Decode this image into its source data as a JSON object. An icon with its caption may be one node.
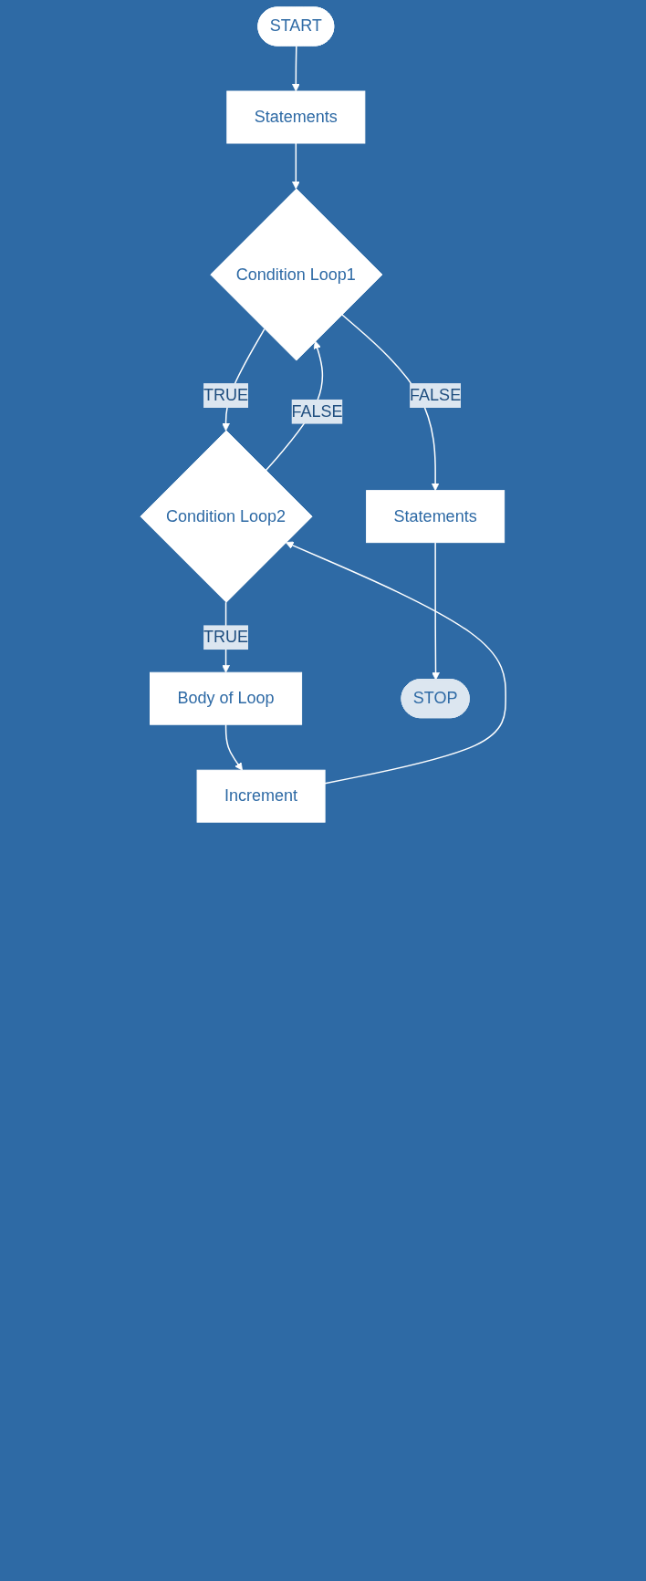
{
  "diagram": {
    "nodes": [
      {
        "text": [
          "START"
        ]
      },
      {
        "text": [
          "Statements"
        ]
      },
      {
        "text": [
          "Condition Loop1"
        ]
      },
      {
        "text": [
          "Condition Loop2"
        ]
      },
      {
        "text": [
          "Body of Loop"
        ]
      },
      {
        "text": [
          "Increment"
        ]
      },
      {
        "text": [
          "Statements"
        ]
      },
      {
        "text": [
          "STOP"
        ]
      }
    ],
    "edges": [
      {
        "from": 0,
        "to": 1,
        "arrow": "to"
      },
      {
        "from": 1,
        "to": 2,
        "arrow": "to"
      },
      {
        "from": 2,
        "to": 3,
        "label": "TRUE",
        "arrow": "to"
      },
      {
        "from": 3,
        "to": 4,
        "label": "TRUE",
        "arrow": "to"
      },
      {
        "from": 4,
        "to": 5,
        "arrow": "to"
      },
      {
        "from": 5,
        "to": 3,
        "arrow": "to"
      },
      {
        "from": 3,
        "to": 2,
        "label": "FALSE",
        "arrow": "to"
      },
      {
        "from": 2,
        "to": 6,
        "label": "FALSE",
        "arrow": "to"
      },
      {
        "from": 6,
        "to": 7,
        "arrow": "to"
      }
    ]
  }
}
